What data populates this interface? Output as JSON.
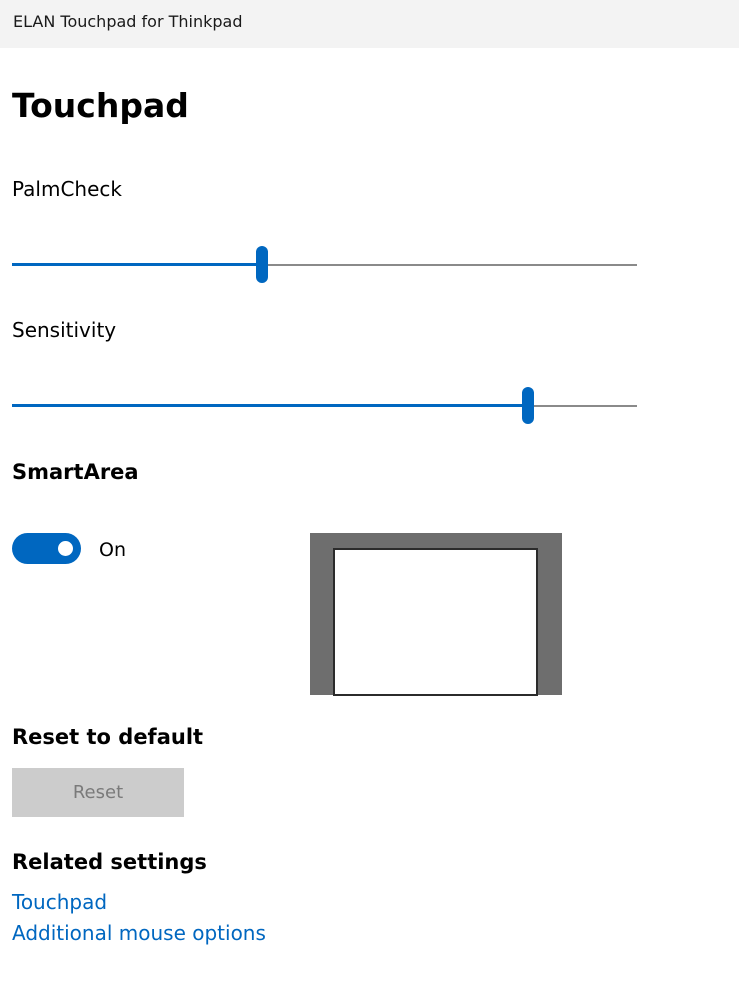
{
  "window": {
    "title": "ELAN Touchpad for Thinkpad"
  },
  "page": {
    "title": "Touchpad"
  },
  "palmcheck": {
    "label": "PalmCheck",
    "value_fraction": 0.4
  },
  "sensitivity": {
    "label": "Sensitivity",
    "value_fraction": 0.825
  },
  "smartarea": {
    "heading": "SmartArea",
    "toggle_state": "On"
  },
  "reset": {
    "heading": "Reset to default",
    "button_label": "Reset"
  },
  "related": {
    "heading": "Related settings",
    "links": [
      "Touchpad",
      "Additional mouse options"
    ]
  },
  "colors": {
    "accent": "#0067c0",
    "track": "#8a8a8a",
    "titlebar": "#f3f3f3",
    "disabled_button": "#cccccc"
  }
}
